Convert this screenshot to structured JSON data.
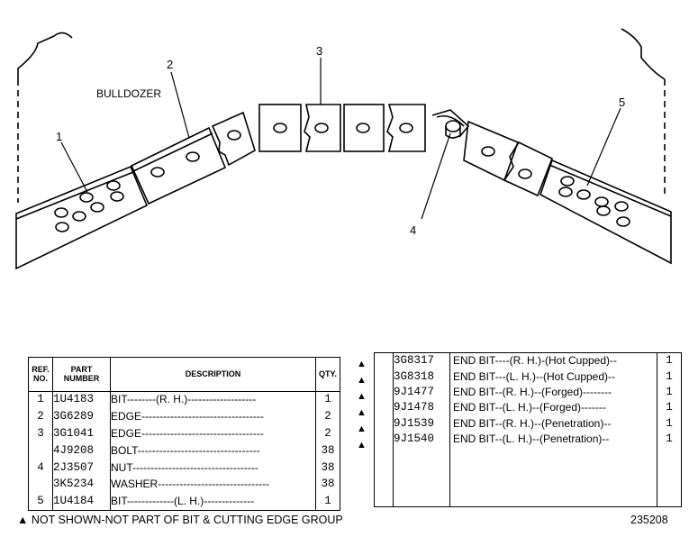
{
  "diagram": {
    "title": "BULLDOZER",
    "callouts": [
      "1",
      "2",
      "3",
      "4",
      "5"
    ]
  },
  "left_table": {
    "headers": {
      "ref": "REF. NO.",
      "part": "PART NUMBER",
      "desc": "DESCRIPTION",
      "qty": "QTY."
    },
    "rows": [
      {
        "ref": "1",
        "part": "1U4183",
        "desc": "BIT--------(R. H.)-------------------",
        "qty": "1"
      },
      {
        "ref": "2",
        "part": "3G6289",
        "desc": "EDGE----------------------------------",
        "qty": "2"
      },
      {
        "ref": "3",
        "part": "3G1041",
        "desc": "EDGE----------------------------------",
        "qty": "2"
      },
      {
        "ref": "",
        "part": "4J9208",
        "desc": "BOLT----------------------------------",
        "qty": "38"
      },
      {
        "ref": "4",
        "part": "2J3507",
        "desc": "NUT-----------------------------------",
        "qty": "38"
      },
      {
        "ref": "",
        "part": "3K5234",
        "desc": "WASHER-------------------------------",
        "qty": "38"
      },
      {
        "ref": "5",
        "part": "1U4184",
        "desc": "BIT-------------(L. H.)--------------",
        "qty": "1"
      }
    ]
  },
  "right_table": {
    "rows": [
      {
        "part": "3G8317",
        "desc": "END BIT----(R. H.)-(Hot Cupped)--",
        "qty": "1"
      },
      {
        "part": "3G8318",
        "desc": "END BIT---(L. H.)--(Hot Cupped)--",
        "qty": "1"
      },
      {
        "part": "9J1477",
        "desc": "END BIT--(R. H.)--(Forged)--------",
        "qty": "1"
      },
      {
        "part": "9J1478",
        "desc": "END BIT--(L. H.)--(Forged)-------",
        "qty": "1"
      },
      {
        "part": "9J1539",
        "desc": "END BIT--(R. H.)--(Penetration)--",
        "qty": "1"
      },
      {
        "part": "9J1540",
        "desc": "END BIT--(L. H.)--(Penetration)--",
        "qty": "1"
      }
    ]
  },
  "footnote": "NOT SHOWN-NOT PART OF BIT & CUTTING EDGE GROUP",
  "catalog_number": "235208"
}
